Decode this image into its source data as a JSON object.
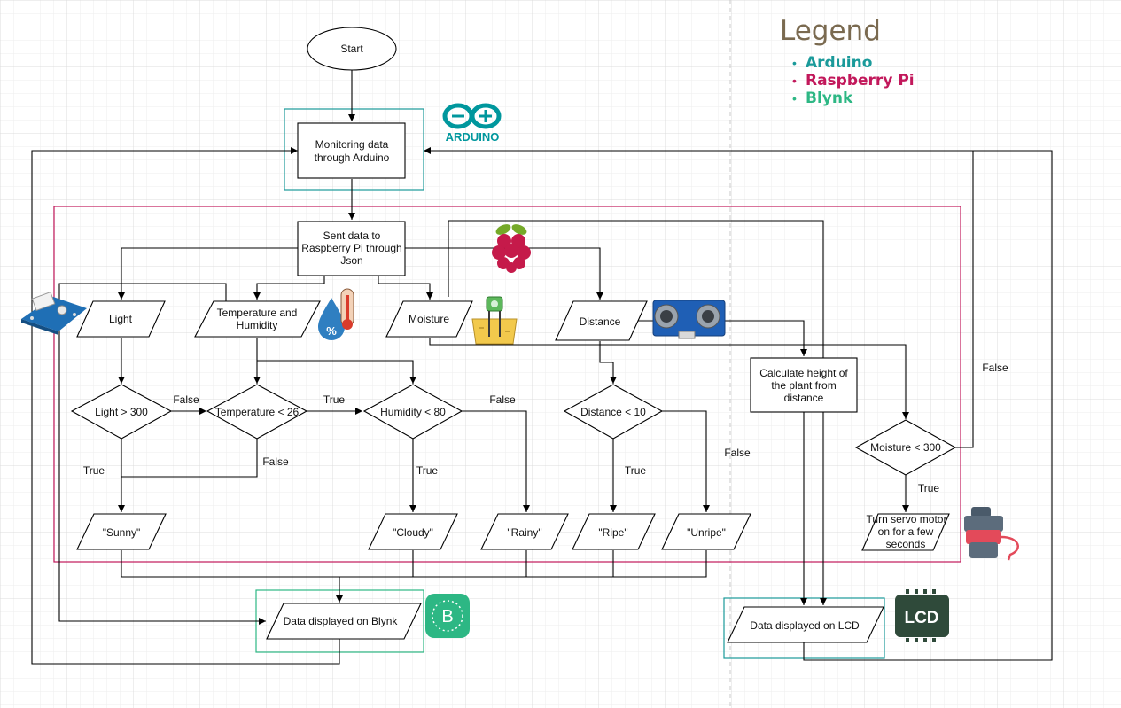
{
  "legend": {
    "title": "Legend",
    "items": [
      {
        "label": "Arduino",
        "color": "#1a9a9a"
      },
      {
        "label": "Raspberry Pi",
        "color": "#c2185b"
      },
      {
        "label": "Blynk",
        "color": "#2db784"
      }
    ]
  },
  "nodes": {
    "start": "Start",
    "monitor": [
      "Monitoring data",
      "through Arduino"
    ],
    "sent": [
      "Sent data to",
      "Raspberry Pi through",
      "Json"
    ],
    "light": "Light",
    "temp_hum": [
      "Temperature and",
      "Humidity"
    ],
    "moisture": "Moisture",
    "distance": "Distance",
    "calc_height": [
      "Calculate height of",
      "the plant from",
      "distance"
    ],
    "light_cond": "Light > 300",
    "temp_cond": "Temperature < 26",
    "hum_cond": "Humidity < 80",
    "dist_cond": "Distance < 10",
    "moist_cond": "Moisture < 300",
    "sunny": "\"Sunny\"",
    "cloudy": "\"Cloudy\"",
    "rainy": "\"Rainy\"",
    "ripe": "\"Ripe\"",
    "unripe": "\"Unripe\"",
    "servo": [
      "Turn servo motor",
      "on for a few",
      "seconds"
    ],
    "blynk_out": "Data displayed on Blynk",
    "lcd_out": "Data displayed on LCD"
  },
  "edge_labels": {
    "light_false": "False",
    "light_true": "True",
    "temp_true": "True",
    "temp_false": "False",
    "hum_false": "False",
    "hum_true": "True",
    "dist_true": "True",
    "dist_false": "False",
    "moist_true": "True",
    "moist_false": "False"
  },
  "logos": {
    "arduino": "ARDUINO",
    "blynk": "B",
    "lcd": "LCD"
  },
  "icons": [
    "light-sensor-icon",
    "temperature-humidity-icon",
    "moisture-sensor-icon",
    "raspberry-pi-icon",
    "ultrasonic-sensor-icon",
    "servo-motor-icon"
  ],
  "colors": {
    "arduino": "#1a9a9a",
    "raspberry": "#c2185b",
    "blynk": "#2db784",
    "lcd": "#2f4a3a"
  }
}
